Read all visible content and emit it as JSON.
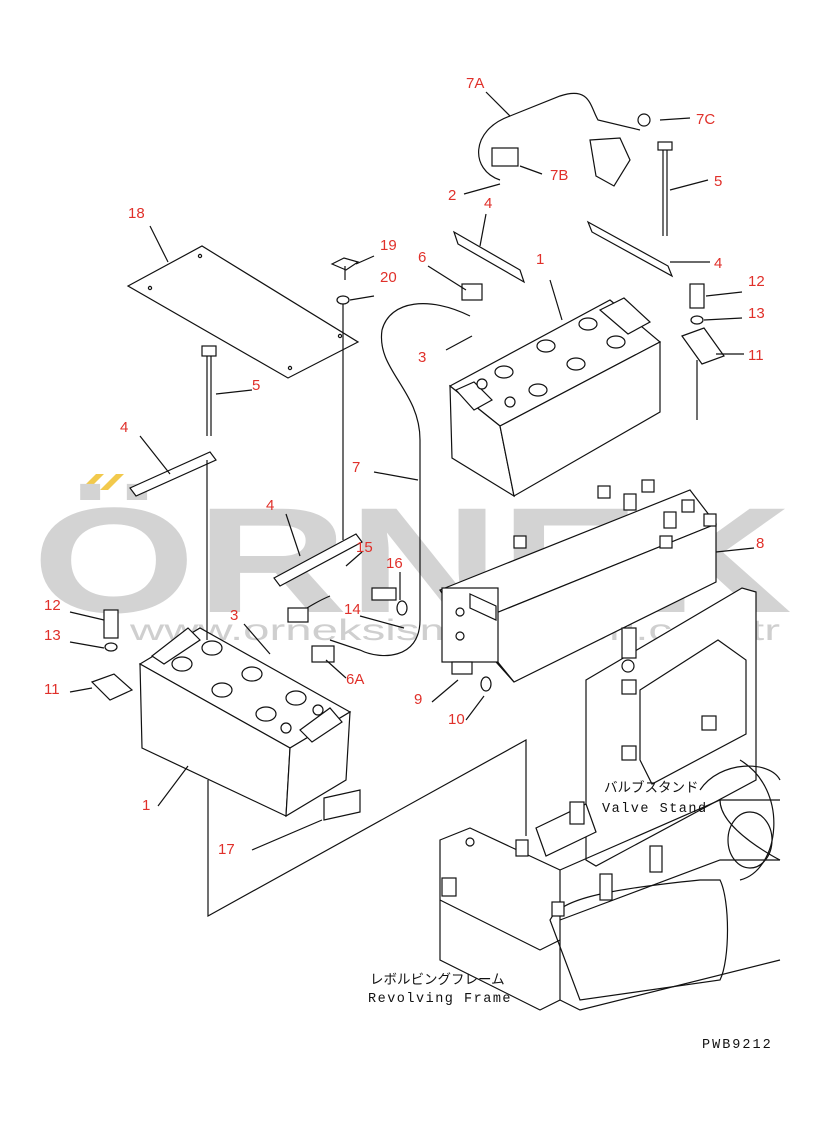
{
  "colors": {
    "label": "#e0302a",
    "line": "#111111",
    "watermark": "#d3d3d3",
    "watermark_accent": "#f2c94c"
  },
  "watermark": {
    "brand": "ÖRNEK",
    "site": "www.orneksismakineleri.com.tr"
  },
  "captions": {
    "valve_stand_jp": "バルブスタンド",
    "valve_stand_en": "Valve Stand",
    "revolving_frame_jp": "レボルビングフレーム",
    "revolving_frame_en": "Revolving Frame",
    "drawing_code": "PWB9212"
  },
  "part_labels": {
    "p7A": "7A",
    "p7C": "7C",
    "p7B": "7B",
    "p2": "2",
    "p4a": "4",
    "p5a": "5",
    "p18": "18",
    "p19": "19",
    "p6": "6",
    "p1a": "1",
    "p4b": "4",
    "p12a": "12",
    "p20": "20",
    "p13a": "13",
    "p3a": "3",
    "p11a": "11",
    "p5b": "5",
    "p4c": "4",
    "p7": "7",
    "p8": "8",
    "p4d": "4",
    "p15": "15",
    "p16": "16",
    "p12b": "12",
    "p14": "14",
    "p3b": "3",
    "p13b": "13",
    "p6A": "6A",
    "p11b": "11",
    "p9": "9",
    "p10": "10",
    "p1b": "1",
    "p17": "17"
  }
}
